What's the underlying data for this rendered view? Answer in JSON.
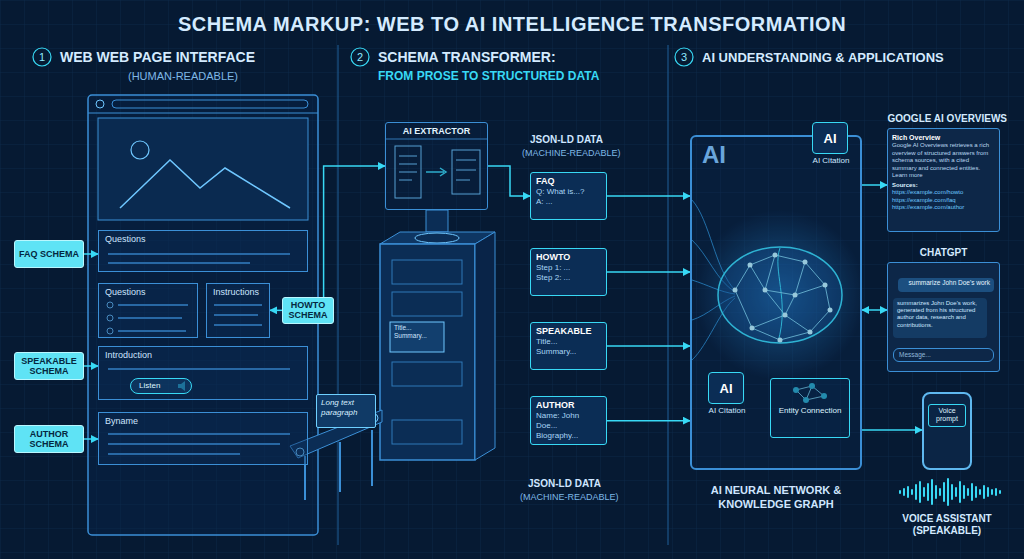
{
  "diagram": {
    "title": "SCHEMA MARKUP: WEB TO AI INTELLIGENCE TRANSFORMATION",
    "nodes": [
      {
        "text": [
          "FAQ SCHEMA"
        ]
      },
      {
        "text": [
          "Questions"
        ]
      },
      {
        "text": [
          "Questions"
        ]
      },
      {
        "text": [
          "Instructions"
        ]
      },
      {
        "text": [
          "HOWTO SCHEMA"
        ]
      },
      {
        "text": [
          "Introduction"
        ]
      },
      {
        "text": [
          "Listen"
        ],
        "in": 5
      },
      {
        "text": [
          "SPEAKABLE SCHEMA"
        ]
      },
      {
        "text": [
          "Byname"
        ]
      },
      {
        "text": [
          "AUTHOR SCHEMA"
        ]
      },
      {
        "text": [
          "AI EXTRACTOR"
        ]
      },
      {
        "text": [
          "Long text paragraph"
        ]
      },
      {
        "text": [
          "FAQ",
          "Q: What is...?",
          "A: ..."
        ]
      },
      {
        "text": [
          "HOWTO",
          "Step 1: ...",
          "Step 2: ..."
        ]
      },
      {
        "text": [
          "SPEAKABLE",
          "Title...",
          "Summary..."
        ]
      },
      {
        "text": [
          "AUTHOR",
          "Name: John Doe...",
          "Biography..."
        ]
      },
      {
        "text": [
          "AI",
          "AI NEURAL NETWORK & KNOWLEDGE GRAPH"
        ]
      },
      {
        "text": [
          "AI",
          "AI Citation"
        ]
      },
      {
        "text": [
          "AI",
          "AI Citation"
        ],
        "in": 16
      },
      {
        "text": [
          "Entity Connection"
        ],
        "in": 16
      },
      {
        "text": [
          "GOOGLE AI OVERVIEWS",
          "Rich Overview",
          "Google AI Overviews retrieves a rich overview of structured answers from schema sources, with a cited summary and connected entities. Learn more",
          "Sources:",
          "https://example.com/howto",
          "https://example.com/faq",
          "https://example.com/author"
        ]
      },
      {
        "text": [
          "CHATGPT"
        ]
      },
      {
        "text": [
          "summarize John Doe's work"
        ],
        "in": 21
      },
      {
        "text": [
          "summarizes John Doe's work, generated from his structured author data, research and contributions."
        ],
        "in": 21
      },
      {
        "text": [
          "Message..."
        ],
        "in": 21
      },
      {
        "text": [
          "Voice prompt",
          "VOICE ASSISTANT (SPEAKABLE)"
        ]
      }
    ],
    "edges": [
      {
        "from": 0,
        "to": 1,
        "arrow": "to"
      },
      {
        "from": 4,
        "to": 3,
        "arrow": "to"
      },
      {
        "from": 7,
        "to": 5,
        "arrow": "to"
      },
      {
        "from": 9,
        "to": 8,
        "arrow": "to"
      },
      {
        "from": 4,
        "to": 10,
        "arrow": "to"
      },
      {
        "from": 10,
        "to": 12,
        "arrow": "to"
      },
      {
        "from": 12,
        "to": 16,
        "arrow": "to"
      },
      {
        "from": 13,
        "to": 16,
        "arrow": "to"
      },
      {
        "from": 14,
        "to": 16,
        "arrow": "to"
      },
      {
        "from": 15,
        "to": 16,
        "arrow": "to"
      },
      {
        "from": 16,
        "to": 20,
        "arrow": "to"
      },
      {
        "from": 16,
        "to": 21,
        "arrow": "both"
      },
      {
        "from": 16,
        "to": 25,
        "arrow": "to"
      }
    ],
    "labels": [
      "1",
      "WEB WEB PAGE INTERFACE",
      "(HUMAN-READABLE)",
      "2",
      "SCHEMA TRANSFORMER:",
      "FROM PROSE TO STRUCTURED DATA",
      "3",
      "AI UNDERSTANDING & APPLICATIONS",
      "JSON-LD DATA",
      "(MACHINE-READABLE)",
      "Title... Summary...",
      "JSON-LD DATA",
      "(MACHINE-READABLE)"
    ]
  }
}
